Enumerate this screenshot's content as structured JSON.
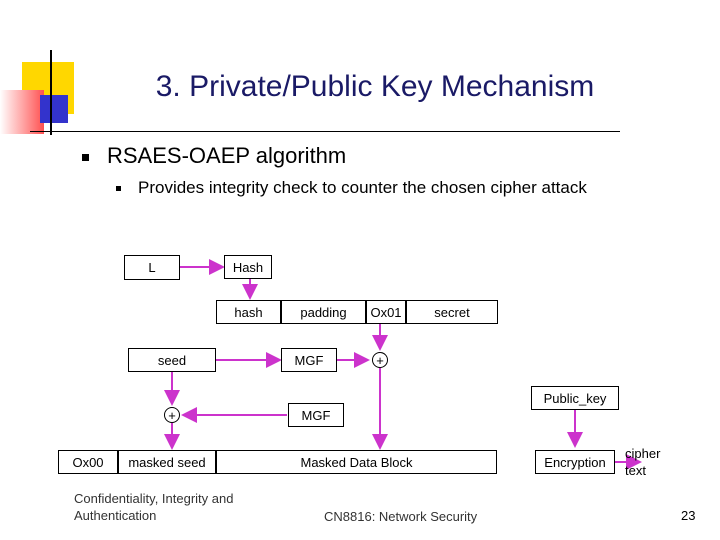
{
  "slide": {
    "title": "3. Private/Public Key Mechanism",
    "bullet1": "RSAES-OAEP algorithm",
    "bullet2": "Provides integrity check to counter the chosen cipher attack",
    "footer_left": "Confidentiality, Integrity and Authentication",
    "footer_center": "CN8816: Network Security",
    "page_number": "23"
  },
  "diagram": {
    "L": "L",
    "hash_fn": "Hash",
    "hash": "hash",
    "padding": "padding",
    "ox01": "Ox01",
    "secret": "secret",
    "seed": "seed",
    "mgf1": "MGF",
    "xor1": "+",
    "public_key": "Public_key",
    "xor2": "+",
    "mgf2": "MGF",
    "ox00": "Ox00",
    "masked_seed": "masked seed",
    "masked_block": "Masked Data Block",
    "encryption": "Encryption",
    "cipher": "cipher",
    "text": "text"
  },
  "colors": {
    "arrow": "#cc33cc",
    "title": "#1a1a66",
    "deco_yellow": "#ffd700",
    "deco_red": "#ff3030",
    "deco_blue": "#3333cc"
  }
}
